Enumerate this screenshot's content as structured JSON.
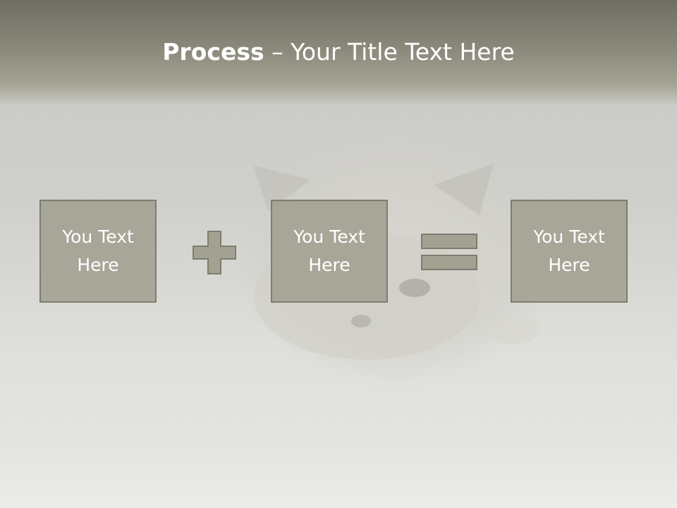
{
  "title": {
    "strong": "Process",
    "rest": " – Your Title Text Here"
  },
  "boxes": [
    {
      "label": "You Text\nHere"
    },
    {
      "label": "You Text\nHere"
    },
    {
      "label": "You Text\nHere"
    }
  ],
  "operators": {
    "plus": "plus",
    "equals": "equals"
  },
  "colors": {
    "box_fill": "#a09e8f",
    "box_border": "#7e7c6e",
    "title_band": "#8a887a",
    "text": "#ffffff"
  }
}
